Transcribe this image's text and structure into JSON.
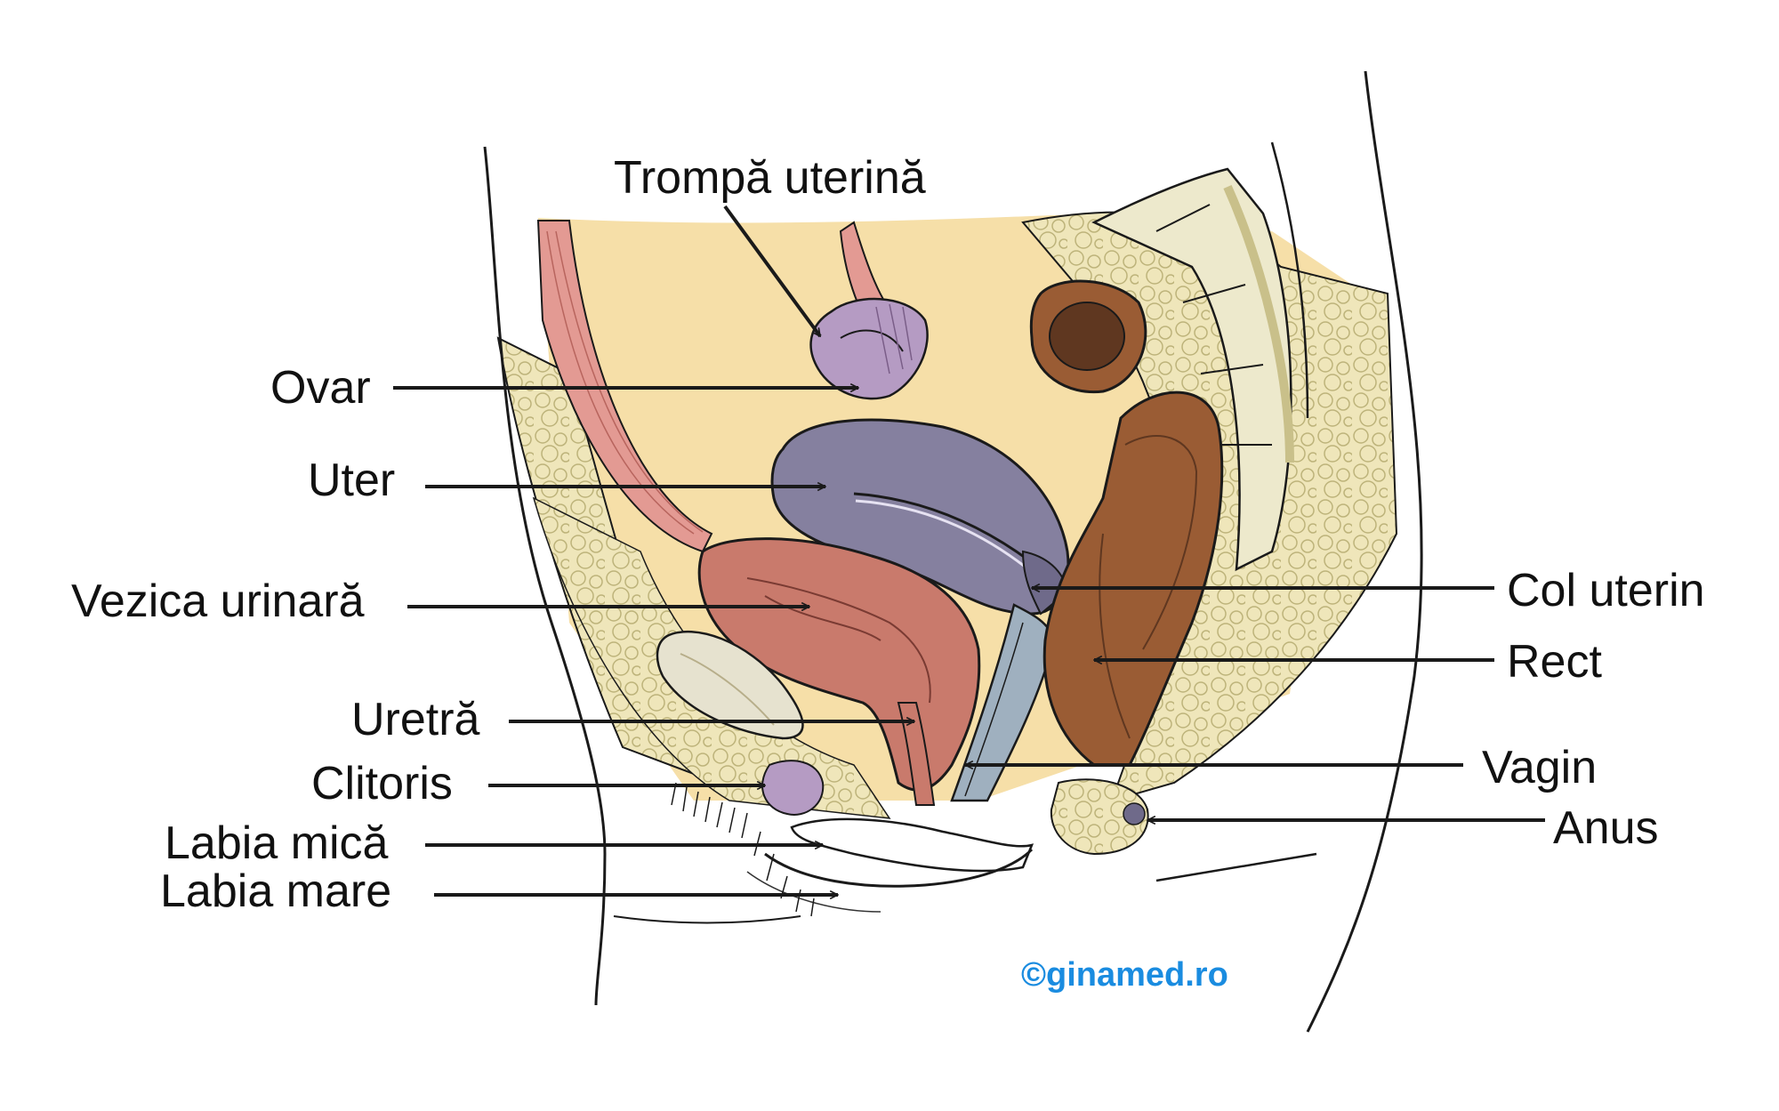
{
  "labels": {
    "tuba": "Trompă uterină",
    "ovar": "Ovar",
    "uter": "Uter",
    "vezica": "Vezica urinară",
    "uretra": "Uretră",
    "clitoris": "Clitoris",
    "labia_mica": "Labia mică",
    "labia_mare": "Labia mare",
    "col": "Col uterin",
    "rect": "Rect",
    "vagin": "Vagin",
    "anus": "Anus"
  },
  "credit": "©ginamed.ro",
  "colors": {
    "credit": "#1a8ce0",
    "outline": "#1a1a1a",
    "abdomen": "#f6dfa8",
    "fat": "#efe6ba",
    "muscle": "#e39a93",
    "uterus": "#85809f",
    "ovary": "#b59bc3",
    "bladder": "#c97a6c",
    "rectum": "#9a5c34",
    "vagina": "#9fb0bf",
    "bone": "#ede9cc"
  }
}
